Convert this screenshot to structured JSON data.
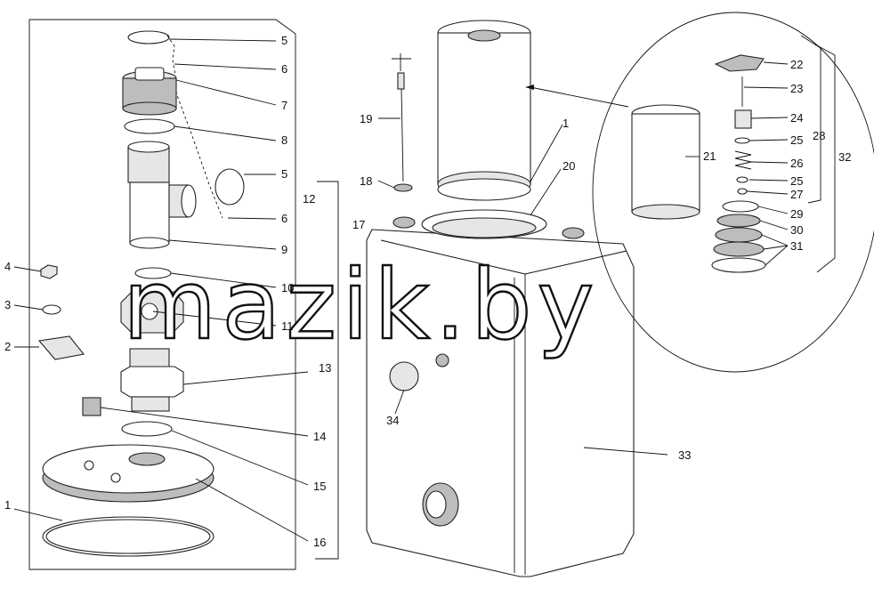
{
  "diagram": {
    "watermark": "mazik.by",
    "callouts": [
      "1",
      "2",
      "3",
      "4",
      "5",
      "6",
      "7",
      "8",
      "9",
      "10",
      "11",
      "12",
      "13",
      "14",
      "15",
      "16",
      "17",
      "18",
      "19",
      "20",
      "21",
      "22",
      "23",
      "24",
      "25",
      "26",
      "27",
      "28",
      "29",
      "30",
      "31",
      "32",
      "33",
      "34"
    ]
  }
}
